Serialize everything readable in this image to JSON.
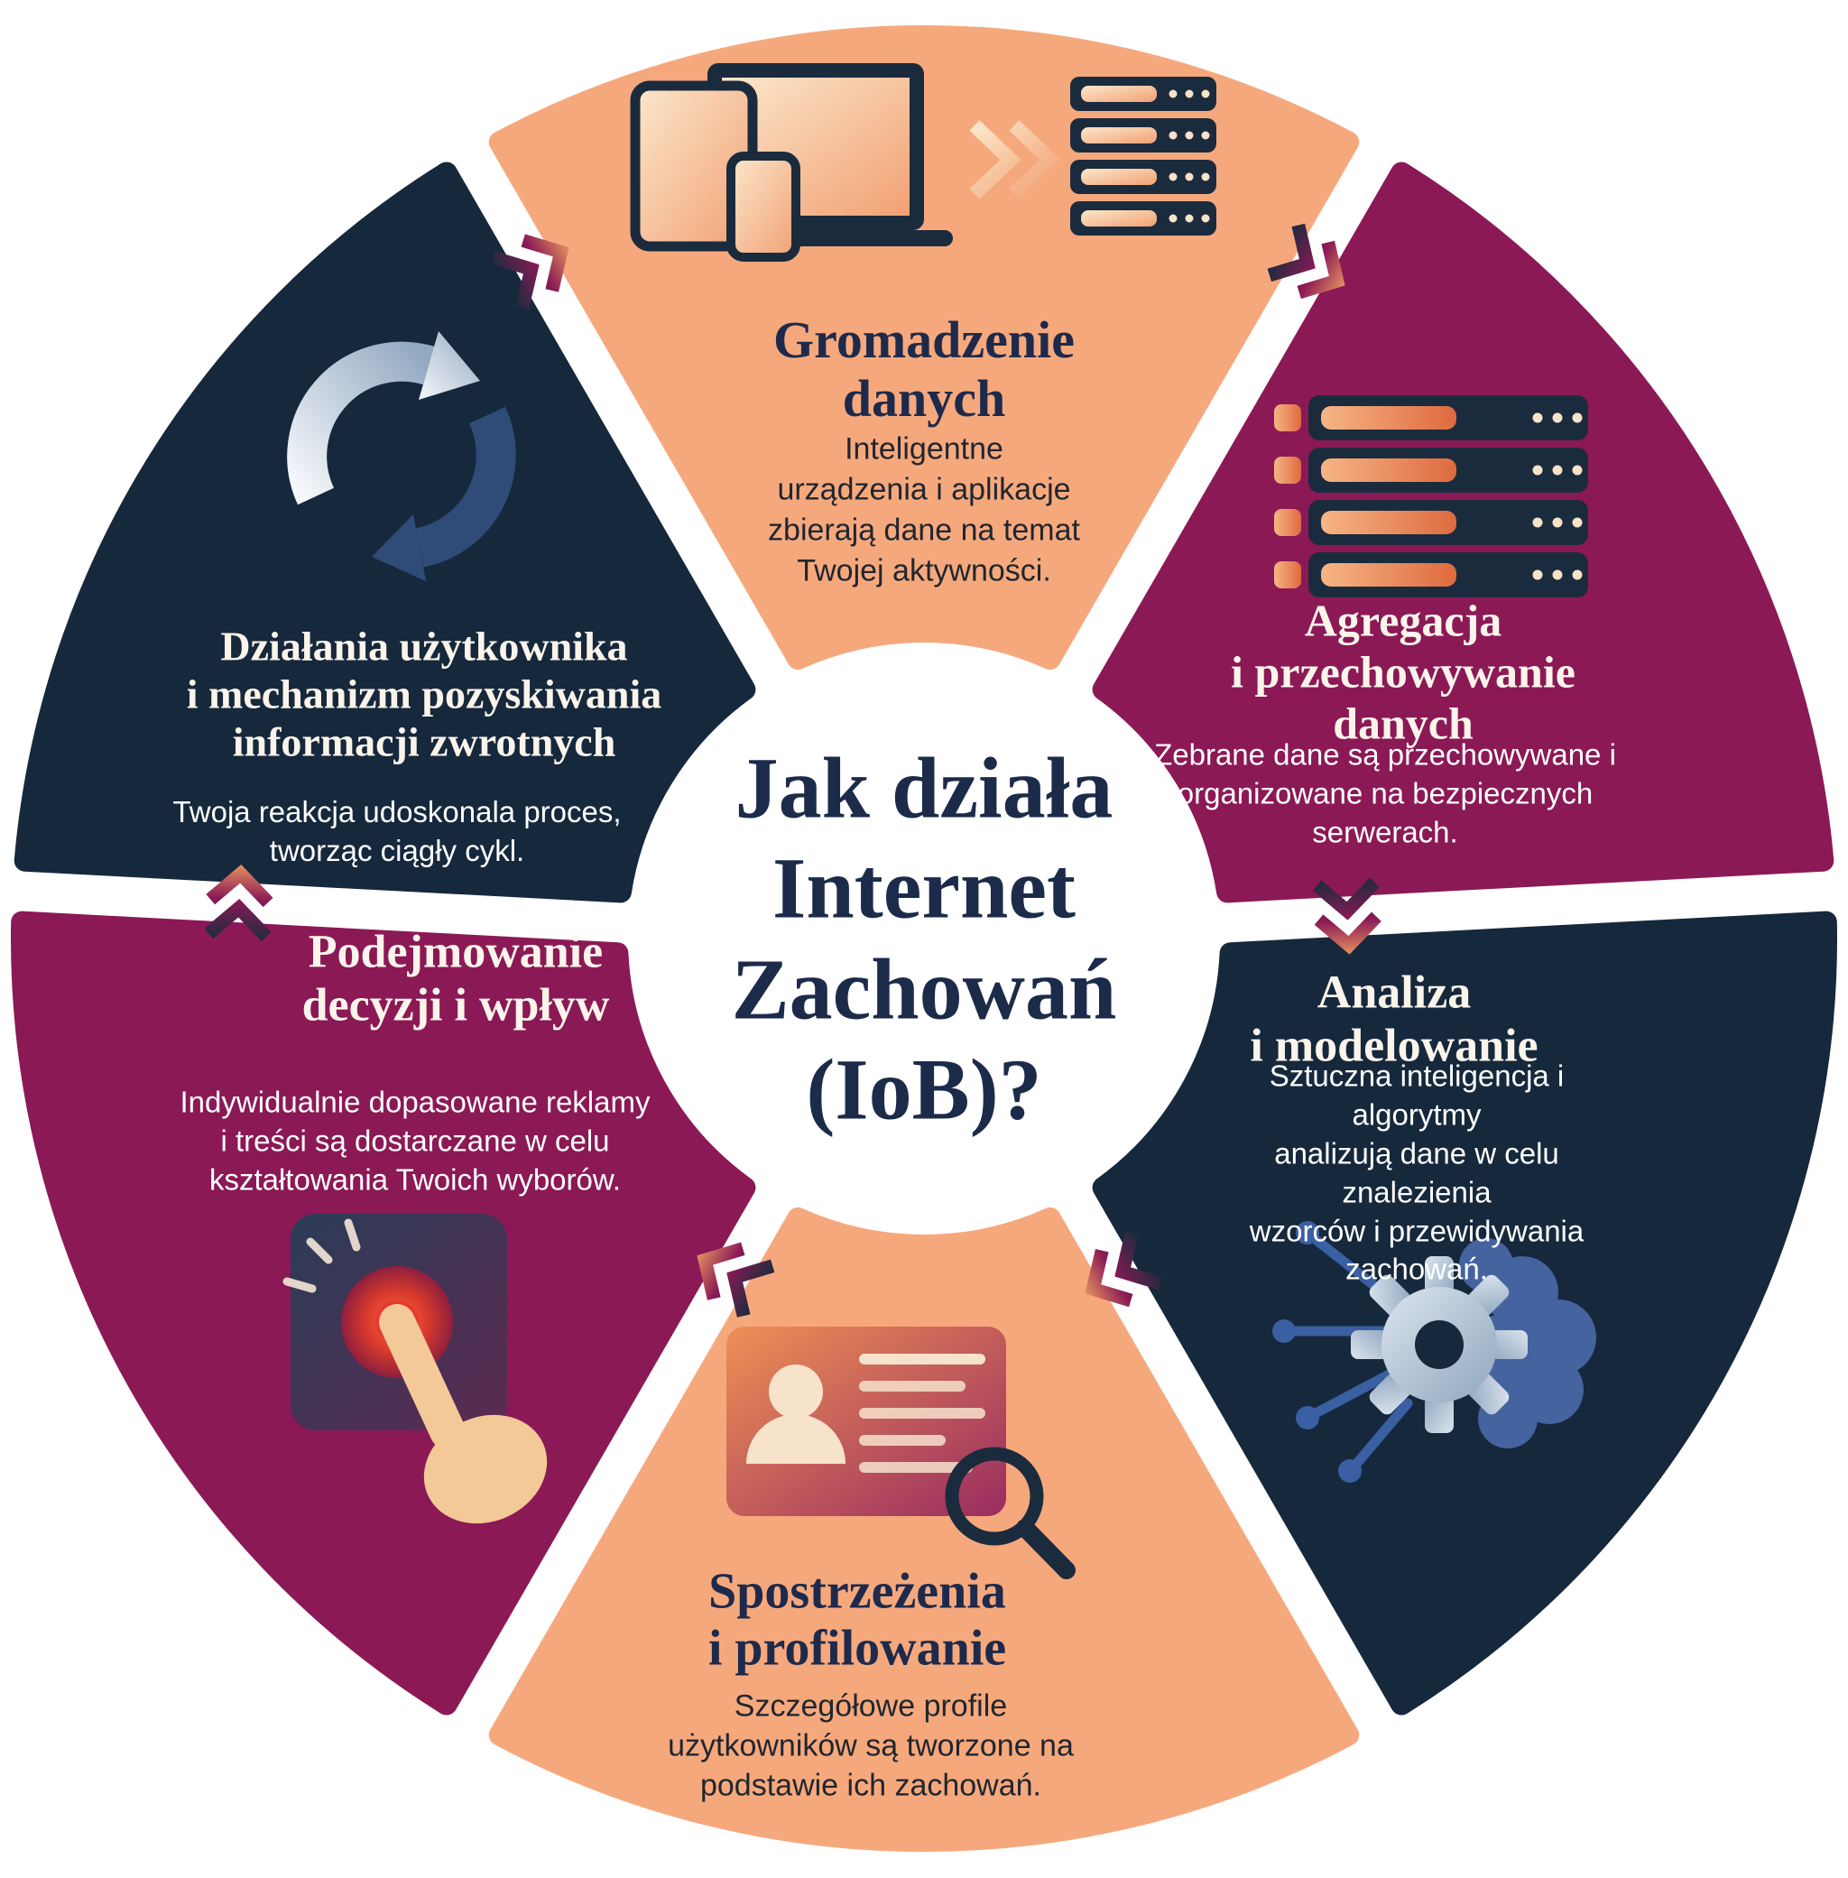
{
  "title": {
    "text": "Jak działa\nInternet\nZachowań\n(IoB)?"
  },
  "colors": {
    "background": "#FFFFFF",
    "peach": "#F6A87D",
    "magenta": "#8B1956",
    "navy": "#16283C",
    "title_text": "#1C2B4A",
    "heading_on_peach": "#1D2A4B",
    "body_on_peach": "#20262E",
    "text_on_dark": "#FFFFFF",
    "chevron_gradient": [
      "#1E2B3E",
      "#8A1A56",
      "#E08A5E"
    ]
  },
  "segments": [
    {
      "id": "gromadzenie-danych",
      "heading": "Gromadzenie\ndanych",
      "description": "Inteligentne\nurządzenia i aplikacje\nzbierają dane na temat\nTwojej aktywności.",
      "color": "#F6A87D",
      "icon": "devices-to-server-icon"
    },
    {
      "id": "agregacja-przechowywanie",
      "heading": "Agregacja\ni przechowywanie danych",
      "description": "Zebrane dane są przechowywane i\norganizowane na bezpiecznych\nserwerach.",
      "color": "#8B1956",
      "icon": "server-rack-icon"
    },
    {
      "id": "analiza-modelowanie",
      "heading": "Analiza\ni modelowanie",
      "description": "Sztuczna inteligencja i algorytmy\nanalizują dane w celu znalezienia\nwzorców i przewidywania zachowań.",
      "color": "#16283C",
      "icon": "ai-gear-brain-icon"
    },
    {
      "id": "spostrzezenia-profilowanie",
      "heading": "Spostrzeżenia\ni profilowanie",
      "description": "Szczegółowe profile\nużytkowników są tworzone na\npodstawie ich zachowań.",
      "color": "#F6A87D",
      "icon": "profile-search-icon"
    },
    {
      "id": "podejmowanie-decyzji",
      "heading": "Podejmowanie\ndecyzji i wpływ",
      "description": "Indywidualnie dopasowane reklamy\ni treści są dostarczane w celu\nkształtowania Twoich wyborów.",
      "color": "#8B1956",
      "icon": "button-press-icon"
    },
    {
      "id": "dzialania-uzytkownika",
      "heading": "Działania użytkownika\ni mechanizm pozyskiwania\ninformacji zwrotnych",
      "description": "Twoja reakcja udoskonala proces,\ntworząc ciągły cykl.",
      "color": "#16283C",
      "icon": "cycle-arrows-icon"
    }
  ]
}
